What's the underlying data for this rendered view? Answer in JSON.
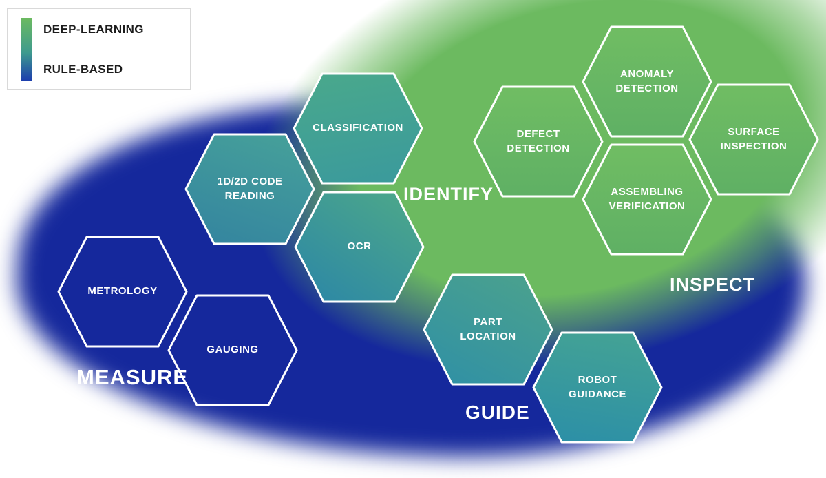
{
  "legend": {
    "items": [
      {
        "label": "DEEP-LEARNING",
        "color": "#6cba60"
      },
      {
        "label": "RULE-BASED",
        "color": "#1c3cae"
      }
    ],
    "gradient": [
      "#6cba60",
      "#3e9a8e",
      "#1c3cae"
    ]
  },
  "regions": [
    {
      "id": "measure",
      "label": "MEASURE"
    },
    {
      "id": "identify",
      "label": "IDENTIFY"
    },
    {
      "id": "inspect",
      "label": "INSPECT"
    },
    {
      "id": "guide",
      "label": "GUIDE"
    }
  ],
  "hexagons": [
    {
      "id": "metrology",
      "label": "METROLOGY",
      "region": "measure",
      "style": "rule-based-outline"
    },
    {
      "id": "gauging",
      "label": "GAUGING",
      "region": "measure",
      "style": "rule-based-outline"
    },
    {
      "id": "code-reading",
      "label": "1D/2D CODE\nREADING",
      "region": "identify",
      "style": "hybrid-teal"
    },
    {
      "id": "classification",
      "label": "CLASSIFICATION",
      "region": "identify",
      "style": "hybrid-teal-green"
    },
    {
      "id": "ocr",
      "label": "OCR",
      "region": "identify",
      "style": "hybrid-teal"
    },
    {
      "id": "defect-detection",
      "label": "DEFECT\nDETECTION",
      "region": "inspect",
      "style": "deep-learning-green"
    },
    {
      "id": "anomaly-detection",
      "label": "ANOMALY\nDETECTION",
      "region": "inspect",
      "style": "deep-learning-green"
    },
    {
      "id": "surface-inspection",
      "label": "SURFACE\nINSPECTION",
      "region": "inspect",
      "style": "deep-learning-green"
    },
    {
      "id": "assembling-verification",
      "label": "ASSEMBLING\nVERIFICATION",
      "region": "inspect",
      "style": "deep-learning-green"
    },
    {
      "id": "part-location",
      "label": "PART\nLOCATION",
      "region": "guide",
      "style": "hybrid-teal"
    },
    {
      "id": "robot-guidance",
      "label": "ROBOT\nGUIDANCE",
      "region": "guide",
      "style": "hybrid-teal"
    }
  ],
  "colors": {
    "rule_based_blue": "#15289c",
    "deep_learning_green": "#6cba60",
    "hybrid_teal": "#3b8da5",
    "hexagon_outline": "#ffffff",
    "background": "#ffffff"
  }
}
